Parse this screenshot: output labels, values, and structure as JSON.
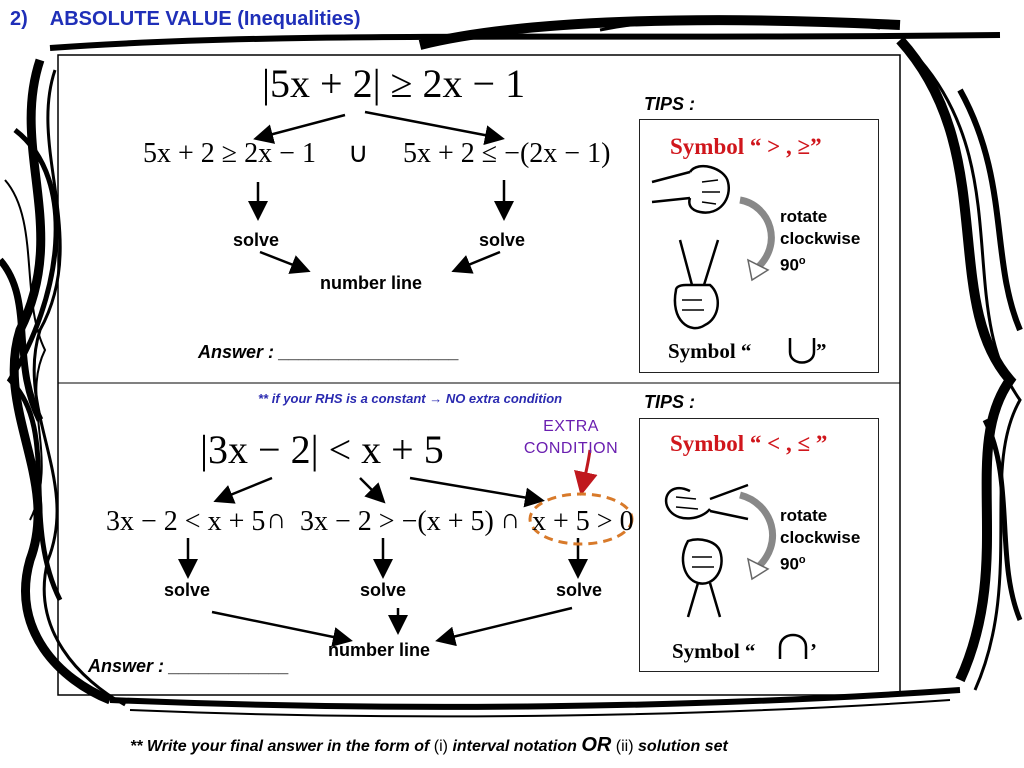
{
  "heading": {
    "number": "2)",
    "title": "ABSOLUTE VALUE (Inequalities)"
  },
  "top": {
    "main_equation": "|5x + 2| ≥ 2x − 1",
    "case1": "5x + 2 ≥ 2x − 1",
    "union_symbol": "∪",
    "case2": "5x + 2 ≤ −(2x − 1)",
    "solve1": "solve",
    "solve2": "solve",
    "number_line": "number line",
    "answer": "Answer  :  __________________"
  },
  "tips1": {
    "label": "TIPS :",
    "title": "Symbol “ > , ≥”",
    "rotate_lines": [
      "rotate",
      "clockwise",
      "90"
    ],
    "degree_mark": "o",
    "symbol_label": "Symbol  “",
    "symbol_close": "”"
  },
  "note": "** if your RHS is a constant  →   NO extra condition",
  "bottom": {
    "main_equation": "|3x − 2| < x + 5",
    "extra_condition": [
      "EXTRA",
      "CONDITION"
    ],
    "case1": "3x − 2 < x + 5",
    "intersect1": "∩",
    "case2": "3x − 2 > −(x + 5)",
    "intersect2": "∩",
    "case3": "x + 5 > 0",
    "solve1": "solve",
    "solve2": "solve",
    "solve3": "solve",
    "number_line": "number line",
    "answer": "Answer  :  ____________"
  },
  "tips2": {
    "label": "TIPS :",
    "title": "Symbol “ < , ≤ ”",
    "rotate_lines": [
      "rotate",
      "clockwise",
      "90"
    ],
    "degree_mark": "o",
    "symbol_label": "Symbol  “",
    "symbol_close": "’"
  },
  "footer": {
    "prefix": "**  Write your final answer in the form of",
    "i": "(i)",
    "interval": "interval notation",
    "or": "OR",
    "ii": "(ii)",
    "set": "solution set"
  },
  "colors": {
    "heading": "#1f2fb8",
    "symbol_title": "#d0161c",
    "extra": "#6a1fb0",
    "ellipse": "#d87a2a",
    "note": "#2a2ab0"
  }
}
